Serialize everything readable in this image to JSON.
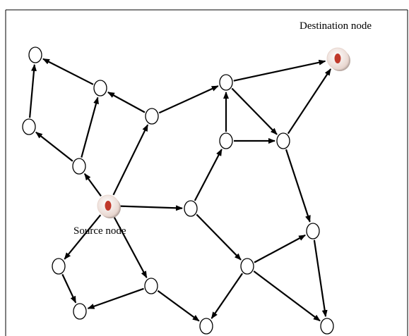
{
  "labels": {
    "destination": "Destination node",
    "source": "Source node"
  },
  "colors": {
    "line": "#000000",
    "special_node_fill": "#c0392b",
    "special_node_rim": "#e8d6cf"
  },
  "nodes": [
    {
      "id": "n1",
      "kind": "normal"
    },
    {
      "id": "n2",
      "kind": "normal"
    },
    {
      "id": "n3",
      "kind": "normal"
    },
    {
      "id": "n4",
      "kind": "normal"
    },
    {
      "id": "n5",
      "kind": "normal"
    },
    {
      "id": "src",
      "kind": "source"
    },
    {
      "id": "n7",
      "kind": "normal"
    },
    {
      "id": "n8",
      "kind": "normal"
    },
    {
      "id": "n9",
      "kind": "normal"
    },
    {
      "id": "n10",
      "kind": "normal"
    },
    {
      "id": "dst",
      "kind": "destination"
    },
    {
      "id": "n12",
      "kind": "normal"
    },
    {
      "id": "n13",
      "kind": "normal"
    },
    {
      "id": "n14",
      "kind": "normal"
    },
    {
      "id": "n15",
      "kind": "normal"
    },
    {
      "id": "n16",
      "kind": "normal"
    },
    {
      "id": "n17",
      "kind": "normal"
    },
    {
      "id": "n18",
      "kind": "normal"
    },
    {
      "id": "n19",
      "kind": "normal"
    }
  ],
  "edges": [
    [
      "n3",
      "n1"
    ],
    [
      "n2",
      "n1"
    ],
    [
      "n4",
      "n2"
    ],
    [
      "n4",
      "n3"
    ],
    [
      "n5",
      "n3"
    ],
    [
      "src",
      "n4"
    ],
    [
      "src",
      "n5"
    ],
    [
      "n5",
      "n8"
    ],
    [
      "src",
      "n7"
    ],
    [
      "n7",
      "n9"
    ],
    [
      "n9",
      "n8"
    ],
    [
      "n9",
      "n10"
    ],
    [
      "n8",
      "n10"
    ],
    [
      "n8",
      "dst"
    ],
    [
      "n10",
      "dst"
    ],
    [
      "n10",
      "n12"
    ],
    [
      "n7",
      "n13"
    ],
    [
      "n13",
      "n12"
    ],
    [
      "n13",
      "n18"
    ],
    [
      "n13",
      "n19"
    ],
    [
      "n12",
      "n19"
    ],
    [
      "src",
      "n14"
    ],
    [
      "src",
      "n16"
    ],
    [
      "n14",
      "n15"
    ],
    [
      "n16",
      "n15"
    ],
    [
      "n16",
      "n17"
    ]
  ]
}
